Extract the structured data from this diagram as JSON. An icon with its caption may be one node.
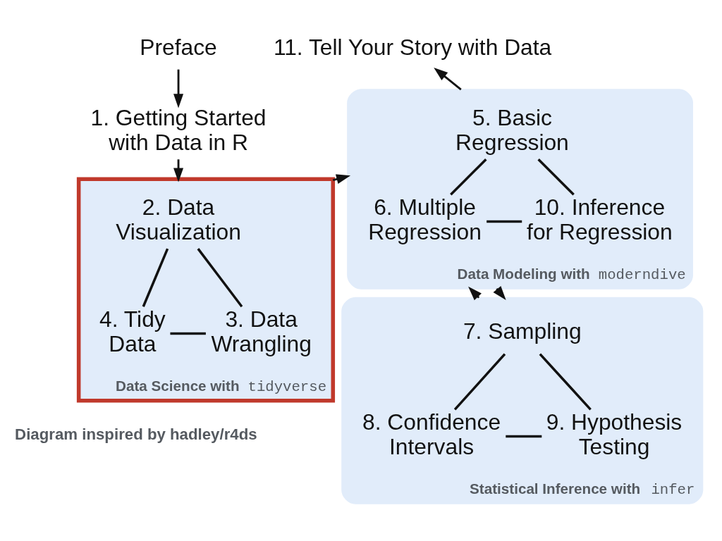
{
  "diagram": {
    "nodes": [
      {
        "text": [
          "Preface"
        ]
      },
      {
        "text": [
          "1. Getting Started with Data in R"
        ]
      },
      {
        "text": [
          "Data Science with tidyverse"
        ]
      },
      {
        "text": [
          "2. Data Visualization"
        ],
        "in": 2
      },
      {
        "text": [
          "4. Tidy Data"
        ],
        "in": 2
      },
      {
        "text": [
          "3. Data Wrangling"
        ],
        "in": 2
      },
      {
        "text": [
          "11. Tell Your Story with Data"
        ]
      },
      {
        "text": [
          "Data Modeling with moderndive"
        ]
      },
      {
        "text": [
          "5. Basic Regression"
        ],
        "in": 7
      },
      {
        "text": [
          "10. Inference for Regression"
        ],
        "in": 7
      },
      {
        "text": [
          "6. Multiple Regression"
        ],
        "in": 7
      },
      {
        "text": [
          "Statistical Inference with infer"
        ]
      },
      {
        "text": [
          "7. Sampling"
        ],
        "in": 11
      },
      {
        "text": [
          "9. Hypothesis Testing"
        ],
        "in": 11
      },
      {
        "text": [
          "8. Confidence Intervals"
        ],
        "in": 11
      }
    ],
    "edges": [
      {
        "from": 0,
        "to": 1,
        "arrow": "to"
      },
      {
        "from": 1,
        "to": 2,
        "arrow": "to"
      },
      {
        "from": 2,
        "to": 7,
        "arrow": "to"
      },
      {
        "from": 7,
        "to": 6,
        "arrow": "to"
      },
      {
        "from": 7,
        "to": 11,
        "arrow": "to"
      },
      {
        "from": 11,
        "to": 7,
        "arrow": "to"
      },
      {
        "from": 3,
        "to": 5,
        "arrow": "none"
      },
      {
        "from": 3,
        "to": 4,
        "arrow": "none"
      },
      {
        "from": 4,
        "to": 5,
        "arrow": "none"
      },
      {
        "from": 8,
        "to": 9,
        "arrow": "none"
      },
      {
        "from": 8,
        "to": 10,
        "arrow": "none"
      },
      {
        "from": 10,
        "to": 9,
        "arrow": "none"
      },
      {
        "from": 12,
        "to": 13,
        "arrow": "none"
      },
      {
        "from": 12,
        "to": 14,
        "arrow": "none"
      },
      {
        "from": 14,
        "to": 13,
        "arrow": "none"
      }
    ],
    "labels": [
      "Diagram inspired by hadley/r4ds"
    ]
  }
}
